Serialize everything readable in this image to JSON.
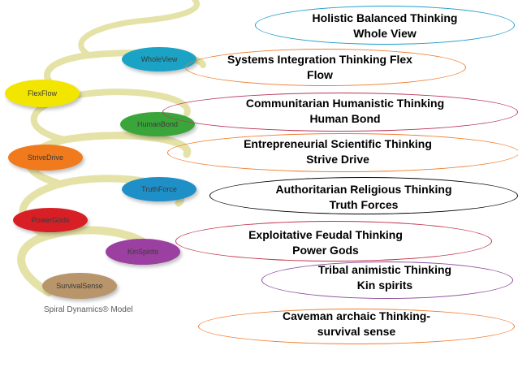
{
  "spiral_image": {
    "caption": "Spiral Dynamics® Model",
    "stages": [
      {
        "name": "WholeView",
        "color": "#1aa3c4"
      },
      {
        "name": "FlexFlow",
        "color": "#f2e600"
      },
      {
        "name": "HumanBond",
        "color": "#3aa63a"
      },
      {
        "name": "StriveDrive",
        "color": "#f07a1c"
      },
      {
        "name": "TruthForce",
        "color": "#1f8fc8"
      },
      {
        "name": "PowerGods",
        "color": "#d91f26"
      },
      {
        "name": "KinSpirits",
        "color": "#9b3fa0"
      },
      {
        "name": "SurvivalSense",
        "color": "#b8956a"
      }
    ]
  },
  "levels": [
    {
      "line1": "Holistic Balanced Thinking",
      "line2": "Whole View",
      "border": "#1e9bc8"
    },
    {
      "line1": "Systems Integration Thinking Flex",
      "line2": "Flow",
      "border": "#f07c2c"
    },
    {
      "line1": "Communitarian Humanistic Thinking",
      "line2": "Human Bond",
      "border": "#b9345a"
    },
    {
      "line1": "Entrepreneurial Scientific Thinking",
      "line2": "Strive Drive",
      "border": "#f07c2c"
    },
    {
      "line1": "Authoritarian Religious Thinking",
      "line2": "Truth Forces",
      "border": "#000000"
    },
    {
      "line1": "Exploitative Feudal Thinking",
      "line2": "Power Gods",
      "border": "#c0304a"
    },
    {
      "line1": "Tribal animistic Thinking",
      "line2": "Kin spirits",
      "border": "#8a4a9a"
    },
    {
      "line1": "Caveman archaic Thinking-",
      "line2": "survival sense",
      "border": "#f07c2c"
    }
  ]
}
